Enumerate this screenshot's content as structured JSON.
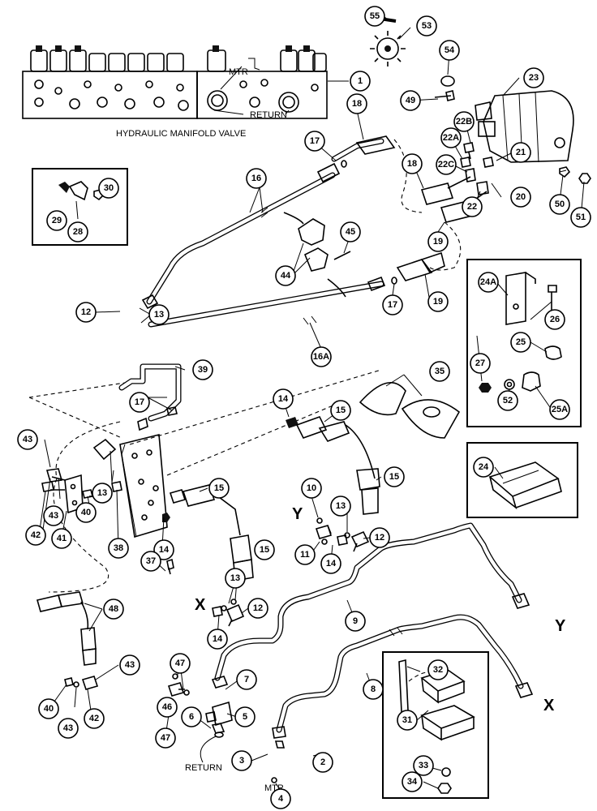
{
  "labels": {
    "manifold": "HYDRAULIC MANIFOLD VALVE",
    "mtr_top": "MTR",
    "return_top": "RETURN",
    "return_bottom": "RETURN",
    "mtr_bottom": "MTR",
    "y_left": "Y",
    "x_left": "X",
    "y_right": "Y",
    "x_right": "X"
  },
  "callouts": [
    "1",
    "2",
    "3",
    "4",
    "5",
    "6",
    "7",
    "8",
    "9",
    "10",
    "11",
    "12",
    "13",
    "14",
    "15",
    "16",
    "16A",
    "17",
    "18",
    "19",
    "20",
    "21",
    "22",
    "22A",
    "22B",
    "22C",
    "23",
    "24",
    "24A",
    "25",
    "25A",
    "26",
    "27",
    "28",
    "29",
    "30",
    "31",
    "32",
    "33",
    "34",
    "35",
    "37",
    "38",
    "39",
    "40",
    "41",
    "42",
    "43",
    "44",
    "45",
    "46",
    "47",
    "48",
    "49",
    "50",
    "51",
    "52",
    "53",
    "54",
    "55"
  ]
}
